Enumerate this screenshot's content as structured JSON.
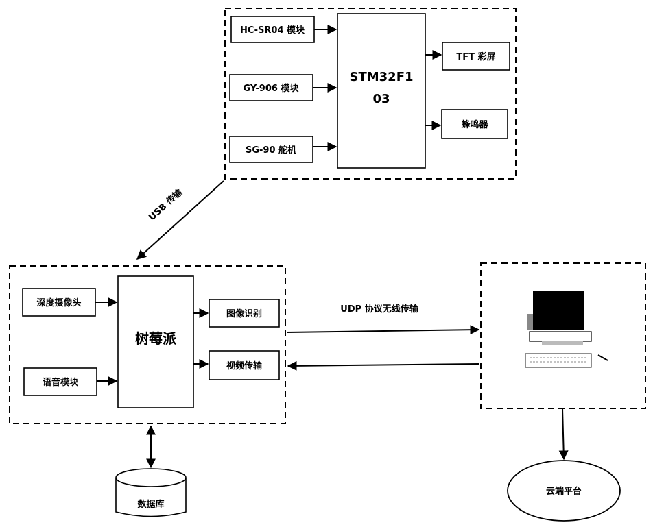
{
  "stm_group": {
    "inputs": [
      "HC-SR04 模块",
      "GY-906 模块",
      "SG-90 舵机"
    ],
    "controller_line1": "STM32F1",
    "controller_line2": "03",
    "outputs": [
      "TFT 彩屏",
      "蜂鸣器"
    ]
  },
  "usb_link_label": "USB 传输",
  "pi_group": {
    "inputs": [
      "深度摄像头",
      "语音模块"
    ],
    "controller": "树莓派",
    "outputs": [
      "图像识别",
      "视频传输"
    ]
  },
  "database_label": "数据库",
  "udp_link_label": "UDP 协议无线传输",
  "cloud_label": "云端平台"
}
